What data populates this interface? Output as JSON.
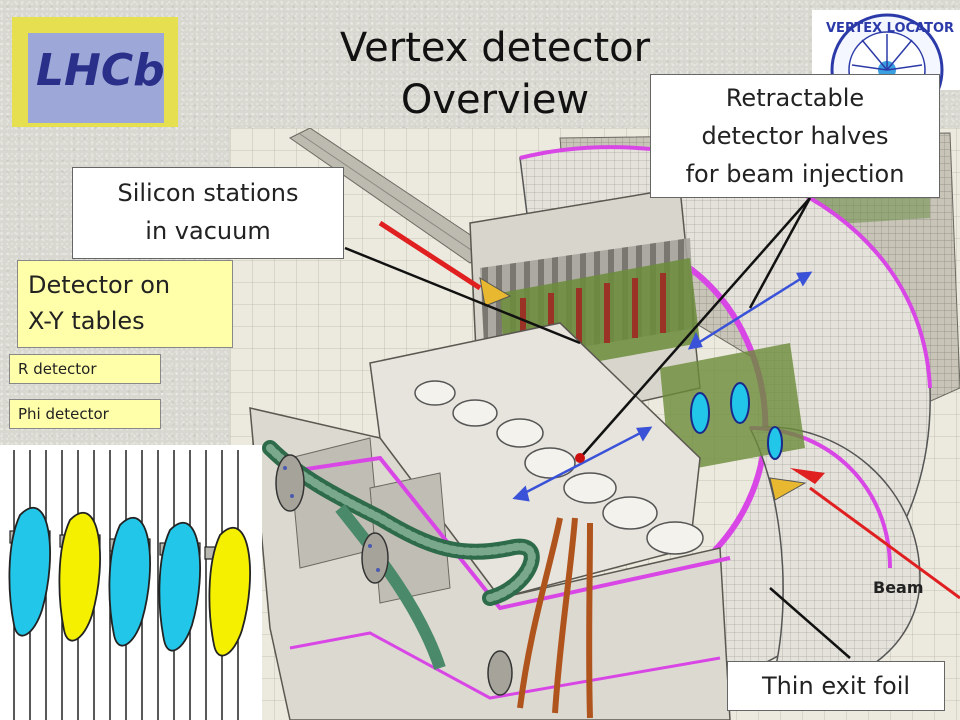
{
  "title": {
    "line1": "Vertex detector",
    "line2": "Overview"
  },
  "logos": {
    "lhcb": "LHCb",
    "velo_ring": "VERTEX LOCATOR"
  },
  "callouts": {
    "retractable": [
      "Retractable",
      "detector halves",
      "for beam injection"
    ],
    "silicon": [
      "Silicon stations",
      "in vacuum"
    ],
    "xy_tables": [
      "Detector on",
      "X-Y tables"
    ],
    "exit_foil": "Thin exit foil"
  },
  "legend": {
    "r_detector": "R detector",
    "phi_detector": "Phi detector"
  },
  "labels": {
    "beam": "Beam"
  },
  "colors": {
    "r_detector": "#22c6e8",
    "phi_detector": "#f4f000",
    "legend_bg": "#ffffaa",
    "flange": "#d946e6",
    "beam": "#e02020",
    "arrow_blue": "#3a52d8",
    "logo_bg": "#e6e050"
  }
}
